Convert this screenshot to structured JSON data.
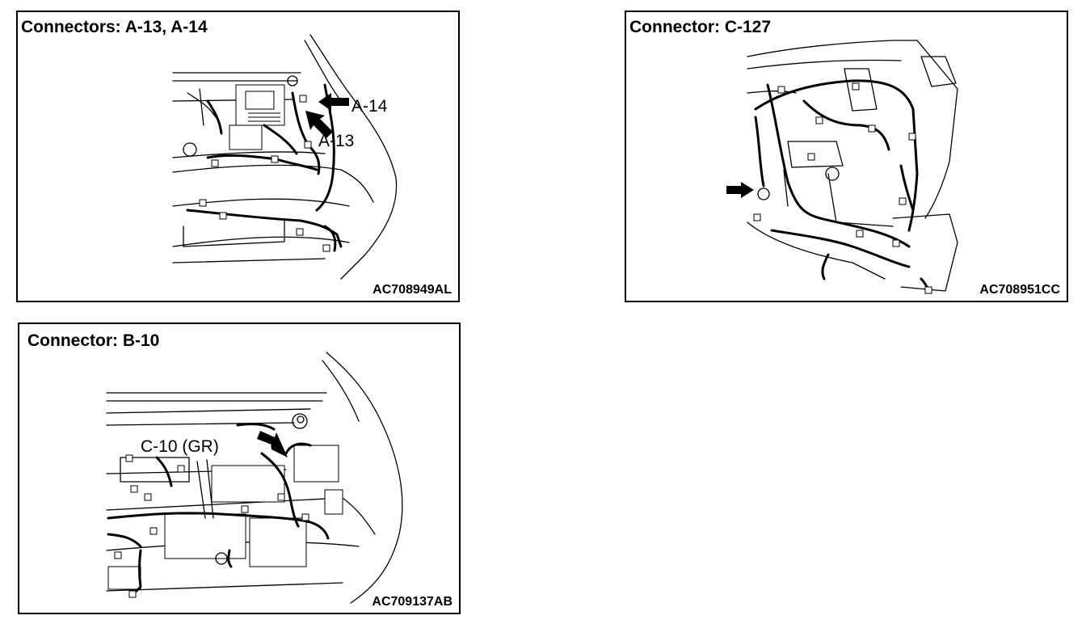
{
  "panels": [
    {
      "title": "Connectors: A-13, A-14",
      "code": "AC708949AL",
      "callouts": [
        "A-14",
        "A-13"
      ]
    },
    {
      "title": "Connector: C-127",
      "code": "AC708951CC",
      "callouts": []
    },
    {
      "title": "Connector: B-10",
      "code": "AC709137AB",
      "callouts": [
        "C-10 (GR)"
      ]
    }
  ],
  "icons": {
    "pointer": "pointer-arrow-icon"
  }
}
